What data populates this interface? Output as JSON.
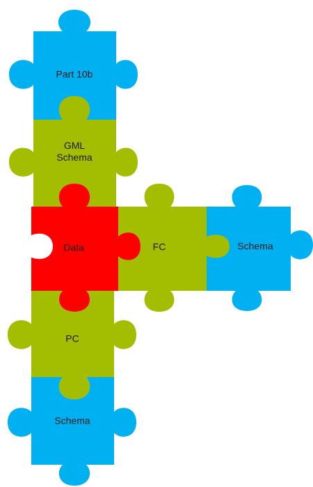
{
  "colors": {
    "blue": "#00b0f0",
    "green": "#a3bd00",
    "red": "#ff0000",
    "background": "#ffffff"
  },
  "pieces": [
    {
      "id": "part10b",
      "label": "Part 10b",
      "color": "blue"
    },
    {
      "id": "gml",
      "label": "GML\nSchema",
      "color": "green"
    },
    {
      "id": "data",
      "label": "Data",
      "color": "red"
    },
    {
      "id": "fc",
      "label": "FC",
      "color": "green"
    },
    {
      "id": "schema-right",
      "label": "Schema",
      "color": "blue"
    },
    {
      "id": "pc",
      "label": "PC",
      "color": "green"
    },
    {
      "id": "schema-bottom",
      "label": "Schema",
      "color": "blue"
    }
  ]
}
